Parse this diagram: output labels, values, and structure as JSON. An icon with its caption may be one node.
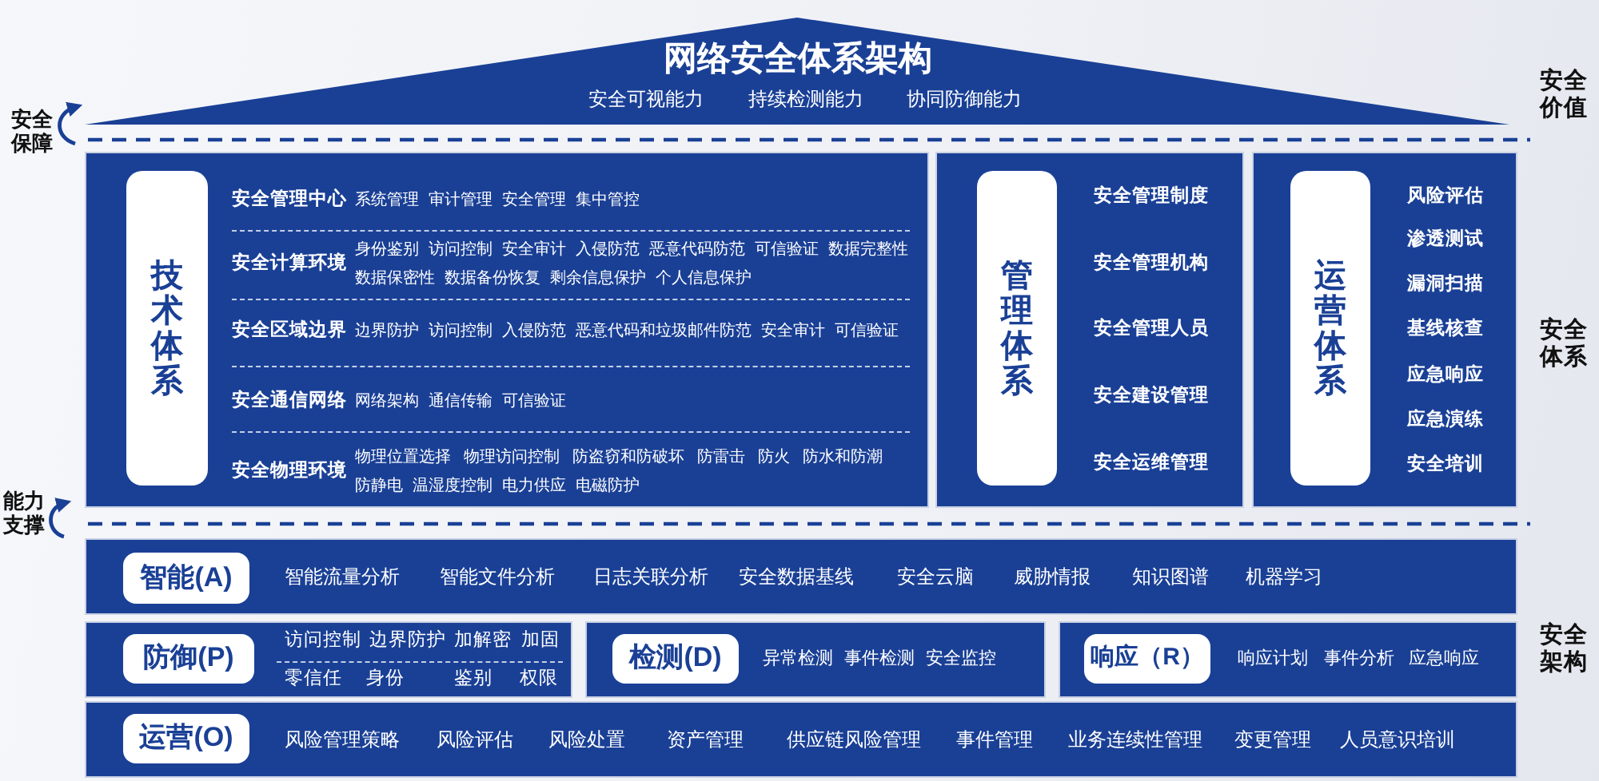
{
  "diagram": {
    "nodes": [
      {
        "text": [
          "网络安全体系架构",
          "安全可视能力",
          "持续检测能力",
          "协同防御能力"
        ]
      },
      {
        "text": [
          "安全管理中心",
          "系统管理",
          "审计管理",
          "安全管理",
          "集中管控",
          "安全计算环境",
          "身份鉴别",
          "访问控制",
          "安全审计",
          "入侵防范",
          "恶意代码防范",
          "可信验证",
          "数据完整性",
          "数据保密性",
          "数据备份恢复",
          "剩余信息保护",
          "个人信息保护",
          "安全区域边界",
          "边界防护",
          "访问控制",
          "入侵防范",
          "恶意代码和垃圾邮件防范",
          "安全审计",
          "可信验证",
          "安全通信网络",
          "网络架构",
          "通信传输",
          "可信验证",
          "安全物理环境",
          "物理位置选择",
          "物理访问控制",
          "防盗窃和防破坏",
          "防雷击",
          "防火",
          "防水和防潮",
          "防静电",
          "温湿度控制",
          "电力供应",
          "电磁防护"
        ]
      },
      {
        "text": [
          "技术体系"
        ],
        "in": 1
      },
      {
        "text": [
          "安全管理制度",
          "安全管理机构",
          "安全管理人员",
          "安全建设管理",
          "安全运维管理"
        ]
      },
      {
        "text": [
          "管理体系"
        ],
        "in": 3
      },
      {
        "text": [
          "风险评估",
          "渗透测试",
          "漏洞扫描",
          "基线核查",
          "应急响应",
          "应急演练",
          "安全培训"
        ]
      },
      {
        "text": [
          "运营体系"
        ],
        "in": 5
      },
      {
        "text": [
          "智能流量分析",
          "智能文件分析",
          "日志关联分析",
          "安全数据基线",
          "安全云脑",
          "威胁情报",
          "知识图谱",
          "机器学习"
        ]
      },
      {
        "text": [
          "智能(A)"
        ],
        "in": 7
      },
      {
        "text": [
          "访问控制",
          "边界防护",
          "加解密",
          "加固",
          "零信任",
          "身份",
          "鉴别",
          "权限"
        ]
      },
      {
        "text": [
          "防御(P)"
        ],
        "in": 9
      },
      {
        "text": [
          "异常检测",
          "事件检测",
          "安全监控"
        ]
      },
      {
        "text": [
          "检测(D)"
        ],
        "in": 11
      },
      {
        "text": [
          "响应计划",
          "事件分析",
          "应急响应"
        ]
      },
      {
        "text": [
          "响应（R）"
        ],
        "in": 13
      },
      {
        "text": [
          "风险管理策略",
          "风险评估",
          "风险处置",
          "资产管理",
          "供应链风险管理",
          "事件管理",
          "业务连续性管理",
          "变更管理",
          "人员意识培训"
        ]
      },
      {
        "text": [
          "运营(O)"
        ],
        "in": 15
      }
    ],
    "labels": [
      "安全价值",
      "安全保障",
      "安全体系",
      "能力支撑",
      "安全架构"
    ]
  }
}
